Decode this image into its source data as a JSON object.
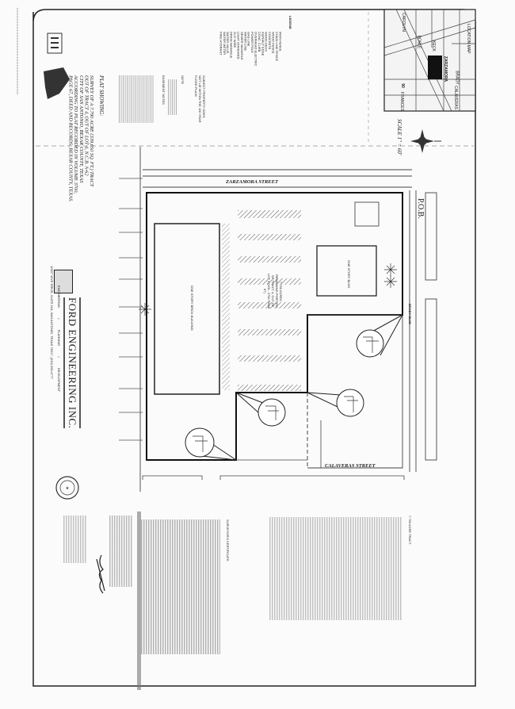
{
  "title_block": {
    "company": "FORD ENGINEERING INC.",
    "services": [
      "ENGINEERING",
      "•",
      "PLANNING",
      "•",
      "DEVELOPMENT"
    ],
    "address": "10937 WYE DRIVE, SUITE 104, SAN ANTONIO, TEXAS 78217, (210) 590-4777"
  },
  "plat_showing": {
    "heading": "PLAT SHOWING:",
    "lines": [
      "SURVEY OF A 7.790 ACRE (339,650 SQ. FT.) TRACT",
      "OUT OF TRACT 4, OUT OF LOT 4, N.C.B. A-62",
      "CITY OF SAN ANTONIO, BEXAR COUNTY, TEXAS",
      "ACCORDING TO PLAT RECORDED IN VOLUME 3700,",
      "PAGE 67, DEED AND RECORDS, BEXAR COUNTY, TEXAS."
    ]
  },
  "easement_notes": {
    "heading": "EASEMENT NOTES"
  },
  "notes": {
    "flood": "SUBJECT PROPERTY DOES NOT LIE WITHIN THE 100 YEAR FLOOD PLAIN",
    "note_heading": "NOTE"
  },
  "legend": {
    "heading": "LEGEND",
    "items": [
      "IRON FENCE",
      "CHAIN LINK FENCE",
      "WOOD FENCE",
      "CONCRETE",
      "WOOD DECK",
      "ASPHALT EDGE",
      "CONC. CURB",
      "OVERHEAD ELECTRIC",
      "POWER POLE",
      "GAS LINE",
      "WATER LINE",
      "SEWER MANHOLE",
      "LIGHT STANDARD",
      "GUY WIRE",
      "DRAIN MANHOLE",
      "WATER VALVE",
      "WATER METER",
      "FIRE HYDRANT"
    ]
  },
  "location_map": {
    "title": "LOCATION MAP",
    "streets": [
      "CAROLYN",
      "BOSLE",
      "KECK",
      "ZARZAMORA",
      "BRADY",
      "CALAVERAS",
      "FRANCES",
      "90"
    ]
  },
  "scale": {
    "label": "SCALE",
    "value": "1\" = 60'"
  },
  "plat": {
    "street_north": "ZARZAMORA STREET",
    "street_south": "CALAVERAS STREET",
    "pob": "P.O.B.",
    "street_east": "BRADY BLVD",
    "building_1": "ONE STORY BRICK BUILDING",
    "building_2": "ONE STORY BLDG",
    "tract_label": "7.790 ACRES REMAINING PORTION OF TRACT 4, OUT OF LOT 4 (VOL. 3700 PAGE 67)"
  },
  "field_notes": {
    "heading": "7.790 ACRE TRACT"
  },
  "certificate": {
    "heading": "SURVEYOR'S CERTIFICATE"
  }
}
